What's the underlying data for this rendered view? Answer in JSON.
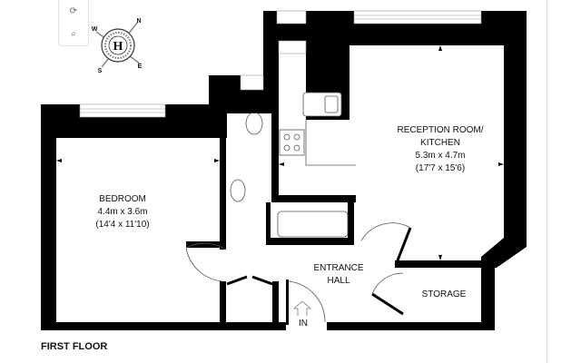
{
  "controls": {
    "rotate_icon": "rotate-icon",
    "zoom_icon": "zoom-icon"
  },
  "compass": {
    "center": "H",
    "north": "N",
    "south": "S",
    "east": "E",
    "west": "W"
  },
  "rooms": {
    "bedroom": {
      "name": "BEDROOM",
      "metric": "4.4m x 3.6m",
      "imperial": "(14'4 x 11'10)"
    },
    "reception": {
      "name1": "RECEPTION ROOM/",
      "name2": "KITCHEN",
      "metric": "5.3m x 4.7m",
      "imperial": "(17'7 x 15'6)"
    },
    "hall": {
      "name1": "ENTRANCE",
      "name2": "HALL"
    },
    "storage": {
      "name": "STORAGE"
    },
    "entrance": "IN"
  },
  "floor_label": "FIRST FLOOR",
  "colors": {
    "wall": "#000000",
    "background": "#ffffff"
  }
}
